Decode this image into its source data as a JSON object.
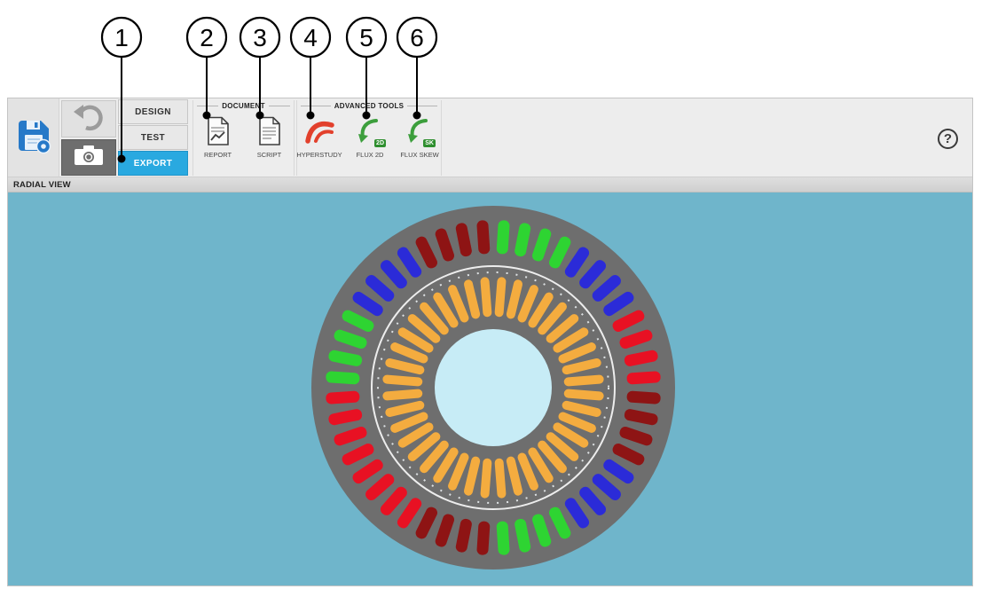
{
  "callouts": [
    {
      "label": "1"
    },
    {
      "label": "2"
    },
    {
      "label": "3"
    },
    {
      "label": "4"
    },
    {
      "label": "5"
    },
    {
      "label": "6"
    }
  ],
  "toolbar": {
    "tabs": [
      {
        "label": "DESIGN",
        "active": false
      },
      {
        "label": "TEST",
        "active": false
      },
      {
        "label": "EXPORT",
        "active": true
      }
    ],
    "document_group": {
      "title": "DOCUMENT",
      "report_label": "REPORT",
      "script_label": "SCRIPT"
    },
    "advanced_group": {
      "title": "ADVANCED TOOLS",
      "hyperstudy_label": "HYPERSTUDY",
      "flux2d_label": "FLUX 2D",
      "fluxskew_label": "FLUX SKEW",
      "flux2d_badge": "2D",
      "fluxskew_badge": "SK"
    },
    "help_label": "?"
  },
  "view_header": {
    "title": "RADIAL VIEW"
  },
  "motor": {
    "stator_slots": 48,
    "slots_per_band": 4,
    "band_colors_clockwise_from_top": [
      "#2ED432",
      "#2B2BD8",
      "#E81123",
      "#8E1414",
      "#2B2BD8",
      "#2ED432",
      "#8E1414",
      "#E81123",
      "#E81123",
      "#2ED432",
      "#2B2BD8",
      "#8E1414"
    ],
    "rotor_bars": 40,
    "colors": {
      "canvas": "#6FB5CB",
      "lamination": "#6E6E6E",
      "rotor_bar": "#F4AC3F",
      "shaft": "#C7ECF6",
      "airgap_line": "#EDEDED"
    }
  }
}
